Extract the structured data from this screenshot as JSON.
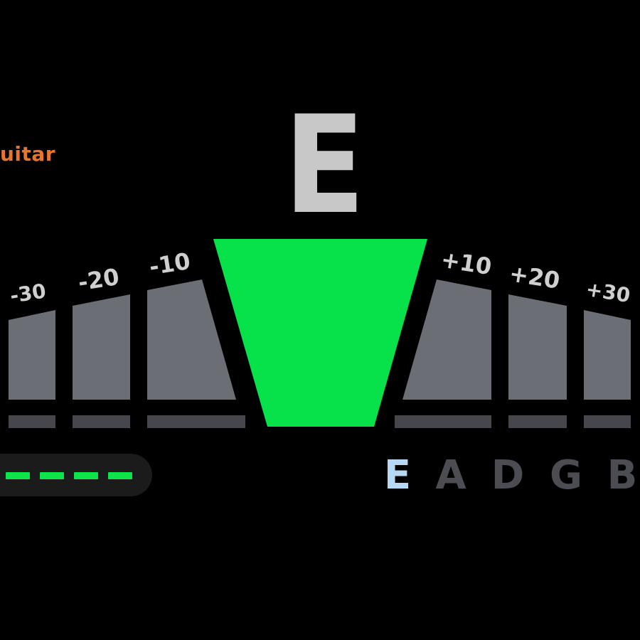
{
  "instrument": "uitar",
  "note": "E",
  "tolerance_ticks": [
    {
      "id": "minus-30",
      "label": "-30"
    },
    {
      "id": "minus-20",
      "label": "-20"
    },
    {
      "id": "minus-10",
      "label": "-10"
    },
    {
      "id": "plus-10",
      "label": "+10"
    },
    {
      "id": "plus-20",
      "label": "+20"
    },
    {
      "id": "plus-30",
      "label": "+30"
    }
  ],
  "strings": [
    {
      "name": "E",
      "active": true
    },
    {
      "name": "A",
      "active": false
    },
    {
      "name": "D",
      "active": false
    },
    {
      "name": "G",
      "active": false
    },
    {
      "name": "B",
      "active": false
    }
  ],
  "signal_level_segments": 4,
  "colors": {
    "in_tune": "#07e24a",
    "inactive_bar": "#6b6e75",
    "base_bar": "#45474c",
    "instrument_label": "#e8742e",
    "active_string": "#b7d8f5",
    "inactive_string": "#4c4d52"
  }
}
